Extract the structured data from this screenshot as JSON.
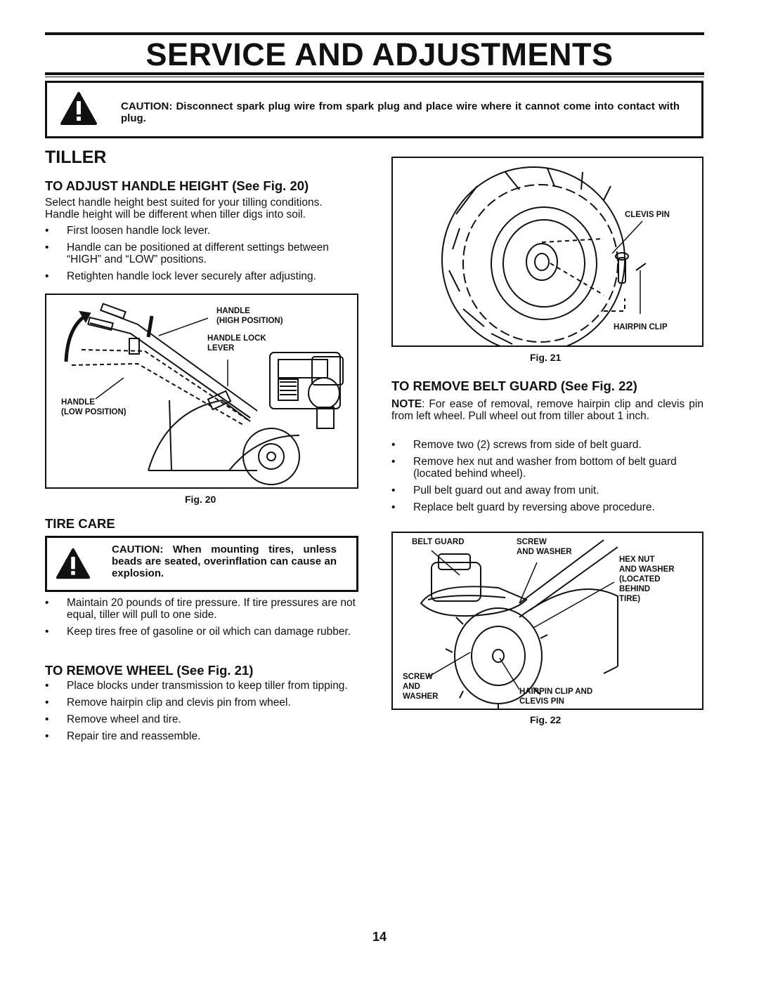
{
  "page": {
    "title": "SERVICE AND ADJUSTMENTS",
    "number": "14"
  },
  "caution_top": {
    "text": "CAUTION: Disconnect spark plug wire from spark plug and place wire where it cannot come into contact with plug."
  },
  "tiller": {
    "heading": "TILLER",
    "handle_height": {
      "heading": "TO ADJUST HANDLE HEIGHT (See Fig. 20)",
      "intro": "Select handle height best suited for your tilling conditions. Handle height will be different when tiller digs into soil.",
      "bullets": [
        "First loosen handle lock lever.",
        "Handle can be positioned at different settings between “HIGH” and “LOW” positions.",
        "Retighten handle lock lever securely after adjusting."
      ]
    },
    "fig20": {
      "caption": "Fig. 20",
      "label_handle_high": "HANDLE\n(HIGH POSITION)",
      "label_lock_lever": "HANDLE LOCK\nLEVER",
      "label_handle_low": "HANDLE\n(LOW POSITION)"
    },
    "tire_care": {
      "heading": "TIRE CARE",
      "caution": "CAUTION: When mounting tires, unless beads are seated, overinflation can cause an explosion.",
      "bullets": [
        "Maintain 20 pounds of tire pressure. If tire pressures are not equal, tiller will pull to one side.",
        "Keep tires free of gasoline or oil which can damage rubber."
      ]
    },
    "remove_wheel": {
      "heading": "TO REMOVE WHEEL (See Fig. 21)",
      "bullets": [
        "Place blocks under transmission to keep tiller from tipping.",
        "Remove hairpin clip and clevis pin from wheel.",
        "Remove wheel and tire.",
        "Repair tire and reassemble."
      ]
    },
    "fig21": {
      "caption": "Fig. 21",
      "label_clevis_pin": "CLEVIS PIN",
      "label_hairpin_clip": "HAIRPIN CLIP"
    },
    "belt_guard": {
      "heading": "TO REMOVE BELT GUARD (See Fig. 22)",
      "note_label": "NOTE",
      "note_text": ": For ease of removal, remove hairpin clip and clevis pin from left wheel. Pull wheel out from tiller about 1 inch.",
      "bullets": [
        "Remove two (2) screws from side of belt guard.",
        "Remove hex nut and washer from bottom of belt guard (located behind wheel).",
        "Pull belt guard out and away from unit.",
        "Replace belt guard by reversing above procedure."
      ]
    },
    "fig22": {
      "caption": "Fig. 22",
      "label_belt_guard": "BELT GUARD",
      "label_screw_washer": "SCREW\nAND WASHER",
      "label_hex_nut": "HEX NUT\nAND WASHER\n(LOCATED\nBEHIND\nTIRE)",
      "label_screw_and_washer": "SCREW\nAND\nWASHER",
      "label_hairpin_clevis": "HAIRPIN CLIP AND\nCLEVIS PIN"
    }
  }
}
